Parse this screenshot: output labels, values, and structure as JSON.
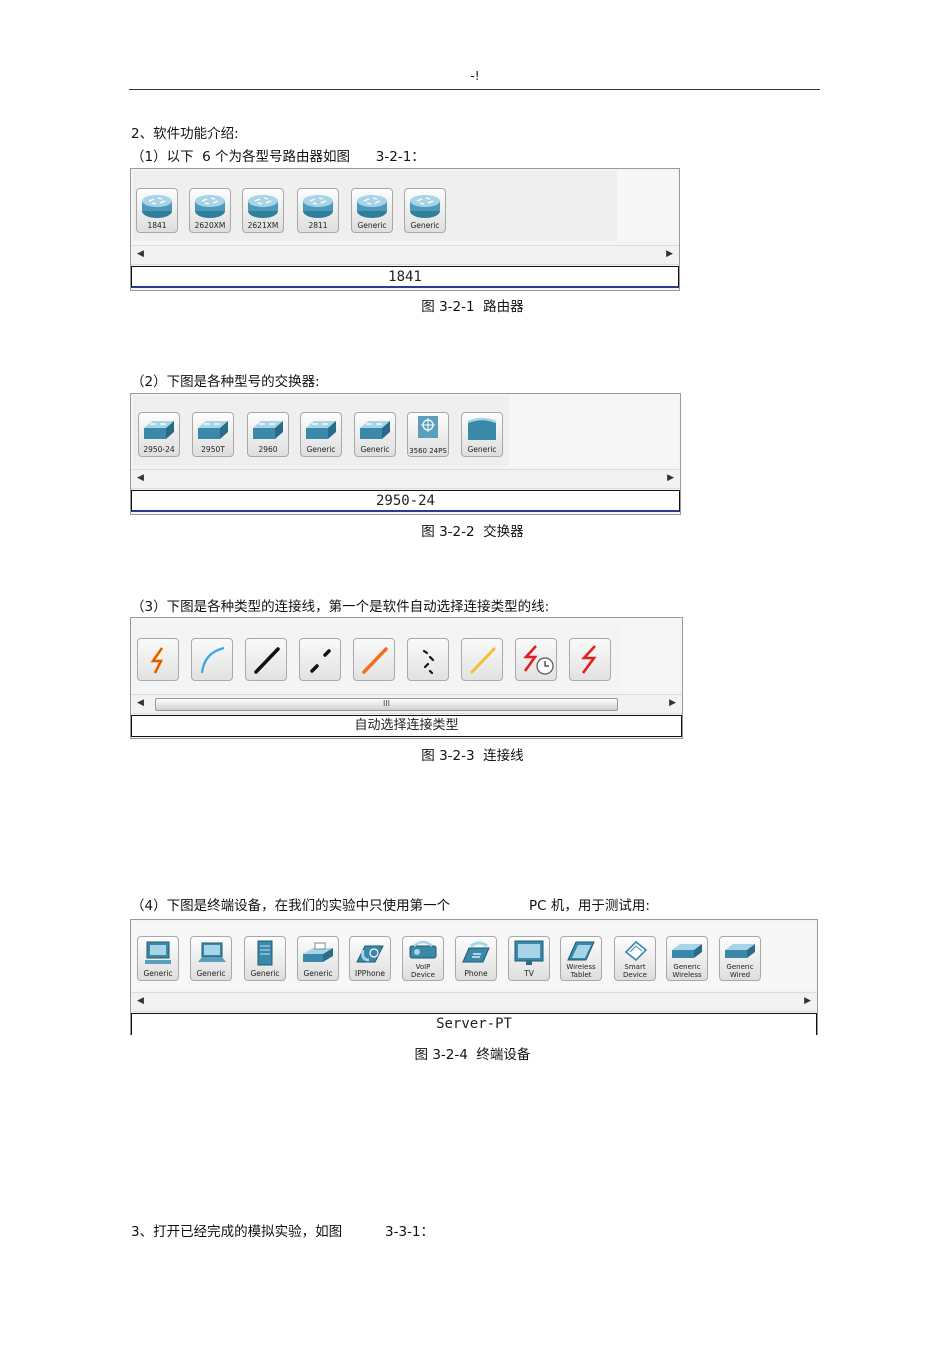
{
  "header": {
    "mark": "-!"
  },
  "section2": {
    "title": "2、软件功能介绍:",
    "routers": {
      "intro": "（1）以下  6 个为各型号路由器如图      3-2-1：",
      "devices": [
        "1841",
        "2620XM",
        "2621XM",
        "2811",
        "Generic",
        "Generic"
      ],
      "selected": "1841",
      "caption": "图 3-2-1  路由器"
    },
    "switches": {
      "intro": "（2）下图是各种型号的交换器:",
      "devices": [
        "2950-24",
        "2950T",
        "2960",
        "Generic",
        "Generic",
        "3560 24PS",
        "Generic"
      ],
      "selected": "2950-24",
      "caption": "图 3-2-2  交换器"
    },
    "cables": {
      "intro": "（3）下图是各种类型的连接线，第一个是软件自动选择连接类型的线:",
      "icons": [
        "auto-connection-icon",
        "console-cable-icon",
        "straight-through-cable-icon",
        "crossover-cable-icon",
        "fiber-cable-icon",
        "phone-cable-icon",
        "coaxial-cable-icon",
        "serial-dce-icon",
        "serial-dte-icon"
      ],
      "colors": {
        "auto": "#e8a000",
        "console": "#38a8e0",
        "copper": "#111111",
        "fiber": "#f07020",
        "coax": "#f0c030",
        "serial": "#e02020"
      },
      "scroll_grip": "III",
      "selected": "自动选择连接类型",
      "caption": "图 3-2-3  连接线"
    },
    "end_devices": {
      "intro_a": "（4）下图是终端设备，在我们的实验中只使用第一个",
      "intro_b": "PC 机，用于测试用:",
      "devices": [
        "Generic",
        "Generic",
        "Generic",
        "Generic",
        "IPPhone",
        "VoIP Device",
        "Phone",
        "TV",
        "Wireless Tablet",
        "Smart Device",
        "Generic Wireless",
        "Generic Wired"
      ],
      "selected": "Server-PT",
      "caption": "图 3-2-4  终端设备"
    }
  },
  "section3": {
    "title": "3、打开已经完成的模拟实验，如图          3-3-1："
  }
}
